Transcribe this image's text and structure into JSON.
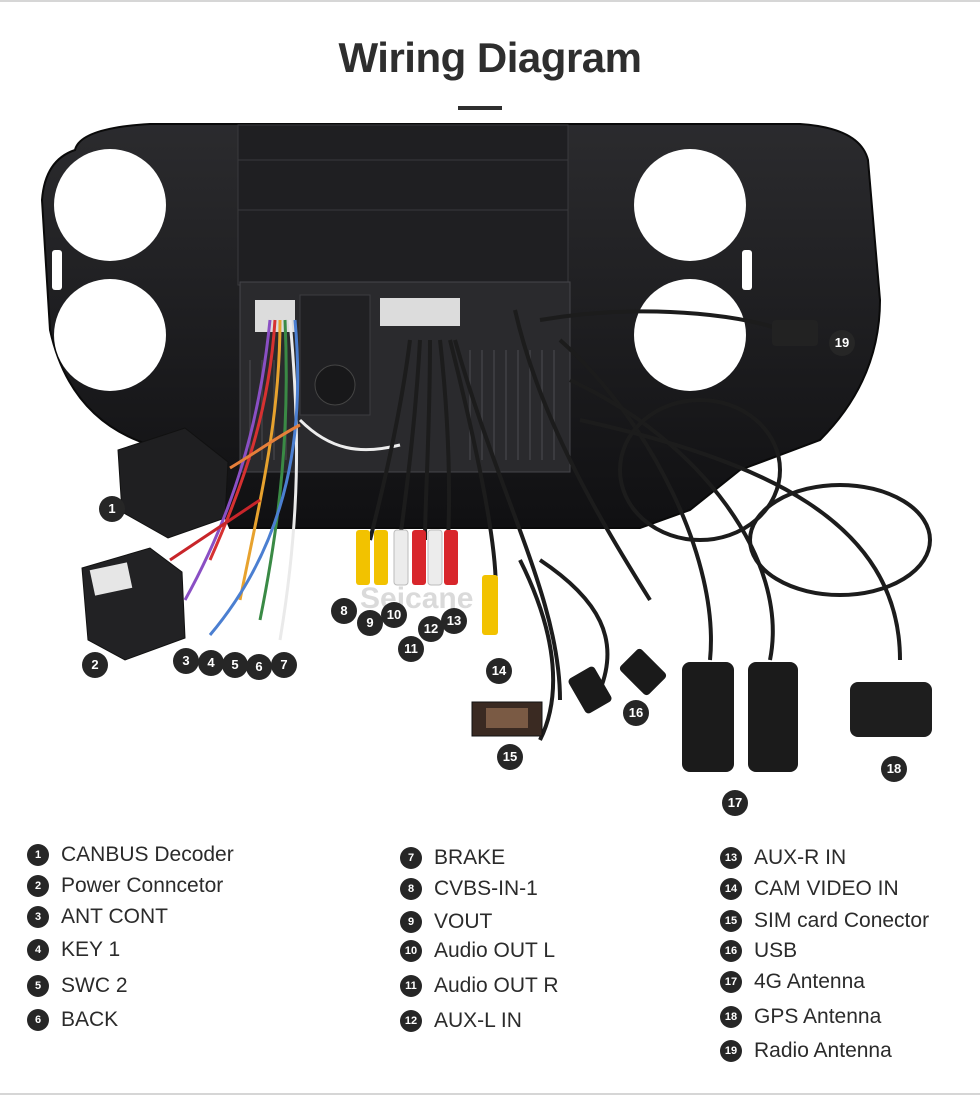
{
  "title": "Wiring Diagram",
  "watermark": "Seicane",
  "callouts": [
    {
      "n": "1",
      "label": "CANBUS Decoder"
    },
    {
      "n": "2",
      "label": "Power Conncetor"
    },
    {
      "n": "3",
      "label": "ANT CONT"
    },
    {
      "n": "4",
      "label": "KEY 1"
    },
    {
      "n": "5",
      "label": "SWC 2"
    },
    {
      "n": "6",
      "label": "BACK"
    },
    {
      "n": "7",
      "label": "BRAKE"
    },
    {
      "n": "8",
      "label": "CVBS-IN-1"
    },
    {
      "n": "9",
      "label": "VOUT"
    },
    {
      "n": "10",
      "label": "Audio OUT L"
    },
    {
      "n": "11",
      "label": "Audio OUT R"
    },
    {
      "n": "12",
      "label": "AUX-L IN"
    },
    {
      "n": "13",
      "label": "AUX-R IN"
    },
    {
      "n": "14",
      "label": "CAM VIDEO IN"
    },
    {
      "n": "15",
      "label": "SIM card Conector"
    },
    {
      "n": "16",
      "label": "USB"
    },
    {
      "n": "17",
      "label": "4G Antenna"
    },
    {
      "n": "18",
      "label": "GPS Antenna"
    },
    {
      "n": "19",
      "label": "Radio Antenna"
    }
  ],
  "colors": {
    "panel": "#151517",
    "wire_black": "#1c1c1c",
    "rca_yellow": "#f2c200",
    "rca_white": "#ececec",
    "rca_red": "#d8262b",
    "accent": "#262626"
  }
}
